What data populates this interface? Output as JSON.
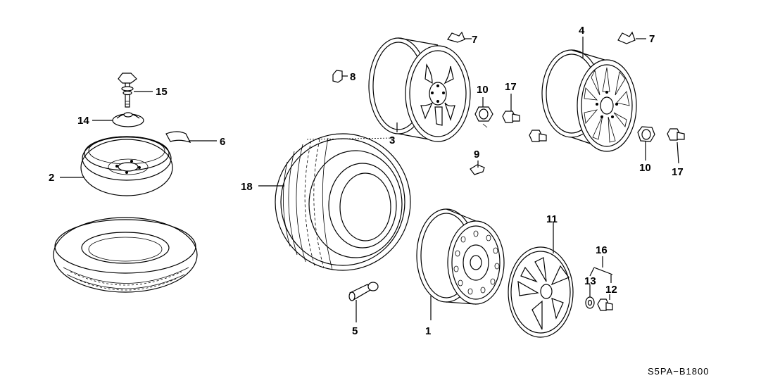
{
  "callouts": {
    "c1": "1",
    "c2": "2",
    "c3": "3",
    "c4": "4",
    "c5": "5",
    "c6": "6",
    "c7a": "7",
    "c7b": "7",
    "c8": "8",
    "c9": "9",
    "c10a": "10",
    "c10b": "10",
    "c11": "11",
    "c12": "12",
    "c13": "13",
    "c14": "14",
    "c15": "15",
    "c16": "16",
    "c17a": "17",
    "c17b": "17",
    "c18": "18"
  },
  "reference_code": "S5PA−B1800"
}
